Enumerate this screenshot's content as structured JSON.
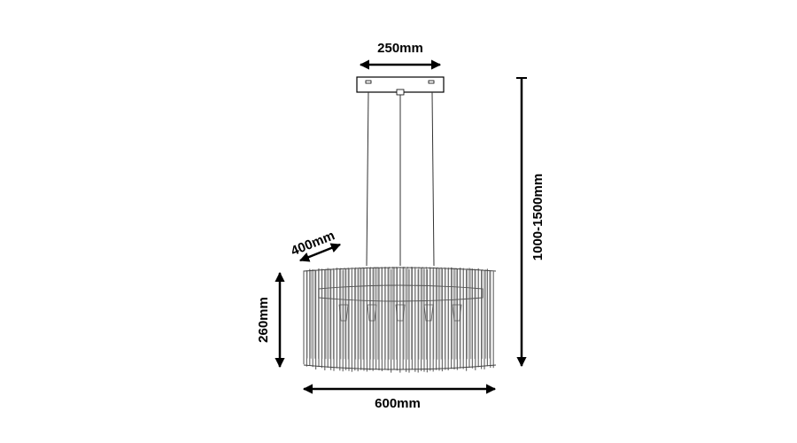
{
  "dimensions": {
    "canopy_width": "250mm",
    "depth": "400mm",
    "total_height": "1000-1500mm",
    "shade_height": "260mm",
    "shade_width": "600mm"
  },
  "colors": {
    "line": "#000000",
    "glass": "#8a8a8a",
    "background": "#ffffff"
  }
}
